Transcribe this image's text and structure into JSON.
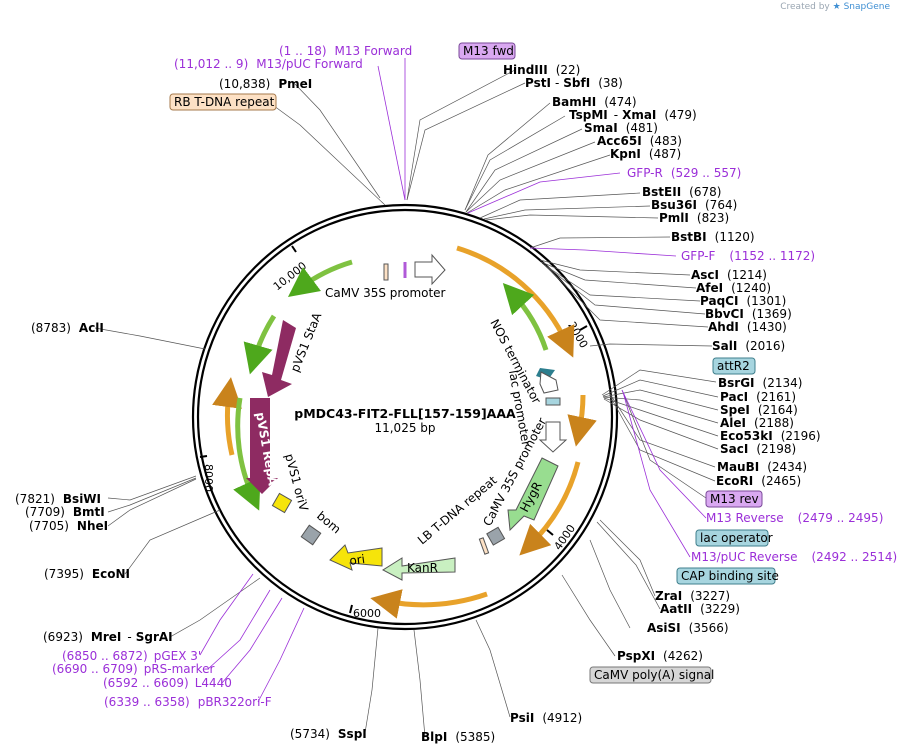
{
  "brand": {
    "prefix": "Created by",
    "name": "SnapGene"
  },
  "plasmid": {
    "name": "pMDC43-FIT2-FLL[157-159]AAA",
    "size": "11,025 bp"
  },
  "ticks": [
    "2000",
    "4000",
    "6000",
    "8000",
    "10,000"
  ],
  "inner_labels": {
    "camv_promoter_top": "CaMV 35S promoter",
    "pvs1_staa": "pVS1 StaA",
    "pvs1_repa": "pVS1 RepA",
    "pvs1_oriv": "pVS1 oriV",
    "bom": "bom",
    "ori": "ori",
    "kanr": "KanR",
    "lb_repeat": "LB T-DNA repeat",
    "camv_promoter_bottom": "CaMV 35S promoter",
    "hygr": "HygR",
    "nos_terminator": "NOS terminator",
    "lac_promoter": "lac promoter"
  },
  "right_labels": [
    {
      "enz": "HindIII",
      "pos": "(22)"
    },
    {
      "enz": "PstI",
      "sep": "-",
      "enz2": "SbfI",
      "pos": "(38)"
    },
    {
      "enz": "BamHI",
      "pos": "(474)"
    },
    {
      "enz": "TspMI",
      "sep": "-",
      "enz2": "XmaI",
      "pos": "(479)"
    },
    {
      "enz": "SmaI",
      "pos": "(481)"
    },
    {
      "enz": "Acc65I",
      "pos": "(483)"
    },
    {
      "enz": "KpnI",
      "pos": "(487)"
    },
    {
      "primer": "GFP-R",
      "range": "(529 .. 557)"
    },
    {
      "enz": "BstEII",
      "pos": "(678)"
    },
    {
      "enz": "Bsu36I",
      "pos": "(764)"
    },
    {
      "enz": "PmlI",
      "pos": "(823)"
    },
    {
      "enz": "BstBI",
      "pos": "(1120)"
    },
    {
      "primer": "GFP-F",
      "range": "(1152 .. 1172)"
    },
    {
      "enz": "AscI",
      "pos": "(1214)"
    },
    {
      "enz": "AfeI",
      "pos": "(1240)"
    },
    {
      "enz": "PaqCI",
      "pos": "(1301)"
    },
    {
      "enz": "BbvCI",
      "pos": "(1369)"
    },
    {
      "enz": "AhdI",
      "pos": "(1430)"
    },
    {
      "enz": "SalI",
      "pos": "(2016)"
    },
    {
      "box": "attR2"
    },
    {
      "enz": "BsrGI",
      "pos": "(2134)"
    },
    {
      "enz": "PacI",
      "pos": "(2161)"
    },
    {
      "enz": "SpeI",
      "pos": "(2164)"
    },
    {
      "enz": "AleI",
      "pos": "(2188)"
    },
    {
      "enz": "Eco53kI",
      "pos": "(2196)"
    },
    {
      "enz": "SacI",
      "pos": "(2198)"
    },
    {
      "enz": "MauBI",
      "pos": "(2434)"
    },
    {
      "enz": "EcoRI",
      "pos": "(2465)"
    },
    {
      "box": "M13 rev"
    },
    {
      "primer": "M13 Reverse",
      "range": "(2479 .. 2495)"
    },
    {
      "box": "lac operator"
    },
    {
      "primer": "M13/pUC Reverse",
      "range": "(2492 .. 2514)"
    },
    {
      "box": "CAP binding site"
    },
    {
      "enz": "ZraI",
      "pos": "(3227)"
    },
    {
      "enz": "AatII",
      "pos": "(3229)"
    },
    {
      "enz": "AsiSI",
      "pos": "(3566)"
    },
    {
      "enz": "PspXI",
      "pos": "(4262)"
    },
    {
      "box": "CaMV poly(A) signal"
    },
    {
      "enz": "PsiI",
      "pos": "(4912)"
    }
  ],
  "bottom_labels": [
    {
      "enz": "BlpI",
      "pos": "(5385)"
    },
    {
      "enz": "SspI",
      "pos": "(5734)"
    }
  ],
  "left_labels": [
    {
      "primer": "M13 Forward",
      "range": "(1 .. 18)"
    },
    {
      "primer": "M13/pUC Forward",
      "range": "(11,012 .. 9)"
    },
    {
      "enz": "PmeI",
      "pos": "(10,838)"
    },
    {
      "box": "RB T-DNA repeat"
    },
    {
      "enz": "AclI",
      "pos": "(8783)"
    },
    {
      "enz": "BsiWI",
      "pos": "(7821)"
    },
    {
      "enz": "BmtI",
      "pos": "(7709)"
    },
    {
      "enz": "NheI",
      "pos": "(7705)"
    },
    {
      "enz": "EcoNI",
      "pos": "(7395)"
    },
    {
      "enz": "MreI",
      "sep": "-",
      "enz2": "SgrAI",
      "pos": "(6923)"
    },
    {
      "primer": "pGEX 3'",
      "range": "(6850 .. 6872)"
    },
    {
      "primer": "pRS-marker",
      "range": "(6690 .. 6709)"
    },
    {
      "primer": "L4440",
      "range": "(6592 .. 6609)"
    },
    {
      "primer": "pBR322ori-F",
      "range": "(6339 .. 6358)"
    }
  ],
  "top_box": "M13 fwd",
  "colors": {
    "primer": "#9b2fd8",
    "promoter": "#7fc241",
    "orange_feature": "#e8a22a",
    "repa": "#8e2b62",
    "hygr": "#98dd90",
    "ori": "#f6e40a",
    "attr2": "#2c7e8e",
    "box_blue": "#a7d5df",
    "box_purple": "#d9a8f1",
    "box_orange": "#fde1c5",
    "box_gray": "#d6d6d6"
  }
}
